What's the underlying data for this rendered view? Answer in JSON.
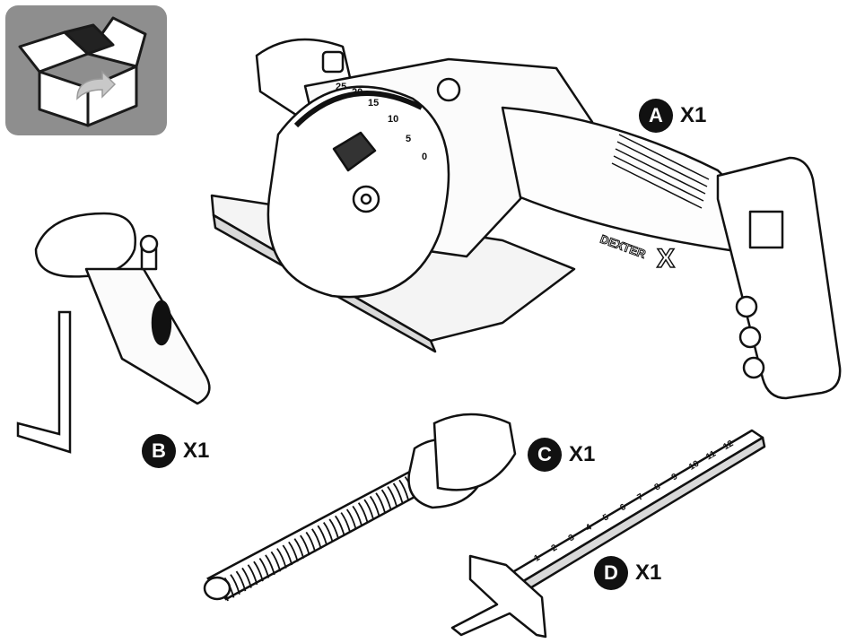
{
  "unbox_icon": {
    "name": "unboxing-icon",
    "bg_color": "#8e8e8e"
  },
  "parts": [
    {
      "letter": "A",
      "quantity": "X1",
      "icon": "circular-saw-icon"
    },
    {
      "letter": "B",
      "quantity": "X1",
      "icon": "front-handle-and-hex-key-icon"
    },
    {
      "letter": "C",
      "quantity": "X1",
      "icon": "dust-extraction-hose-icon"
    },
    {
      "letter": "D",
      "quantity": "X1",
      "icon": "parallel-guide-icon"
    }
  ],
  "saw": {
    "brand": "DEXTER",
    "brand_mark": "X",
    "bevel_scale": [
      "0",
      "5",
      "10",
      "15",
      "20",
      "25"
    ]
  },
  "guide_scale": [
    "1",
    "2",
    "3",
    "4",
    "5",
    "6",
    "7",
    "8",
    "9",
    "10",
    "11",
    "12"
  ],
  "colors": {
    "ink": "#111111",
    "part_fill": "#ffffff",
    "shade": "#d9d9d9"
  }
}
